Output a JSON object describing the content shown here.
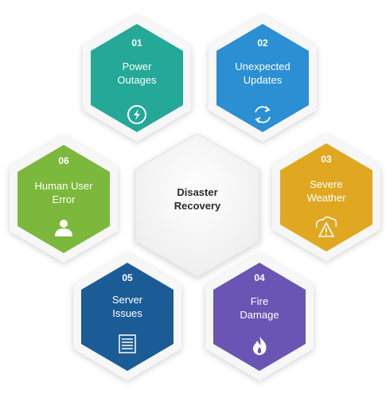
{
  "center": {
    "title_line1": "Disaster",
    "title_line2": "Recovery"
  },
  "items": [
    {
      "number": "01",
      "line1": "Power",
      "line2": "Outages",
      "color": "#24a898",
      "icon": "power-bolt-icon"
    },
    {
      "number": "02",
      "line1": "Unexpected",
      "line2": "Updates",
      "color": "#2b8fd4",
      "icon": "refresh-icon"
    },
    {
      "number": "03",
      "line1": "Severe",
      "line2": "Weather",
      "color": "#e0a820",
      "icon": "storm-warning-icon"
    },
    {
      "number": "04",
      "line1": "Fire",
      "line2": "Damage",
      "color": "#6a55b5",
      "icon": "flame-icon"
    },
    {
      "number": "05",
      "line1": "Server",
      "line2": "Issues",
      "color": "#1c5c96",
      "icon": "server-icon"
    },
    {
      "number": "06",
      "line1": "Human User",
      "line2": "Error",
      "color": "#7cb83b",
      "icon": "user-icon"
    }
  ]
}
